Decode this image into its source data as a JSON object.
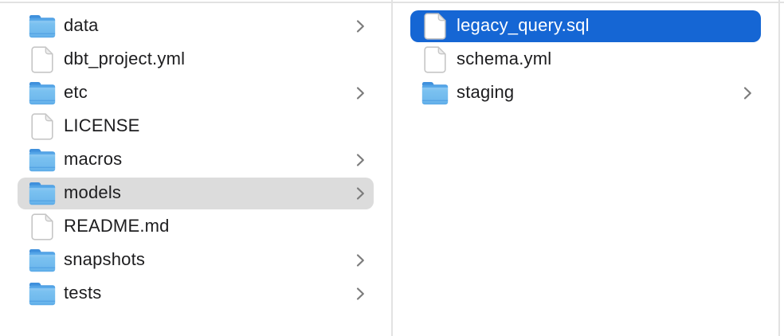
{
  "colors": {
    "background": "#ffffff",
    "divider": "#e2e2e2",
    "selection_blue": "#1566d4",
    "selection_gray": "#dcdcdc",
    "text": "#1d1d1f",
    "text_selected": "#ffffff",
    "chevron": "#7c7c7c",
    "folder_blue_top": "#4a9be2",
    "folder_blue_body": "#74bdee",
    "file_outline": "#c6c6c6"
  },
  "columns": [
    {
      "name": "left",
      "items": [
        {
          "label": "data",
          "type": "folder",
          "chevron": true,
          "selected": "none"
        },
        {
          "label": "dbt_project.yml",
          "type": "file",
          "chevron": false,
          "selected": "none"
        },
        {
          "label": "etc",
          "type": "folder",
          "chevron": true,
          "selected": "none"
        },
        {
          "label": "LICENSE",
          "type": "file",
          "chevron": false,
          "selected": "none"
        },
        {
          "label": "macros",
          "type": "folder",
          "chevron": true,
          "selected": "none"
        },
        {
          "label": "models",
          "type": "folder",
          "chevron": true,
          "selected": "gray"
        },
        {
          "label": "README.md",
          "type": "file",
          "chevron": false,
          "selected": "none"
        },
        {
          "label": "snapshots",
          "type": "folder",
          "chevron": true,
          "selected": "none"
        },
        {
          "label": "tests",
          "type": "folder",
          "chevron": true,
          "selected": "none"
        }
      ]
    },
    {
      "name": "right",
      "items": [
        {
          "label": "legacy_query.sql",
          "type": "file",
          "chevron": false,
          "selected": "blue"
        },
        {
          "label": "schema.yml",
          "type": "file",
          "chevron": false,
          "selected": "none"
        },
        {
          "label": "staging",
          "type": "folder",
          "chevron": true,
          "selected": "none"
        }
      ]
    }
  ]
}
